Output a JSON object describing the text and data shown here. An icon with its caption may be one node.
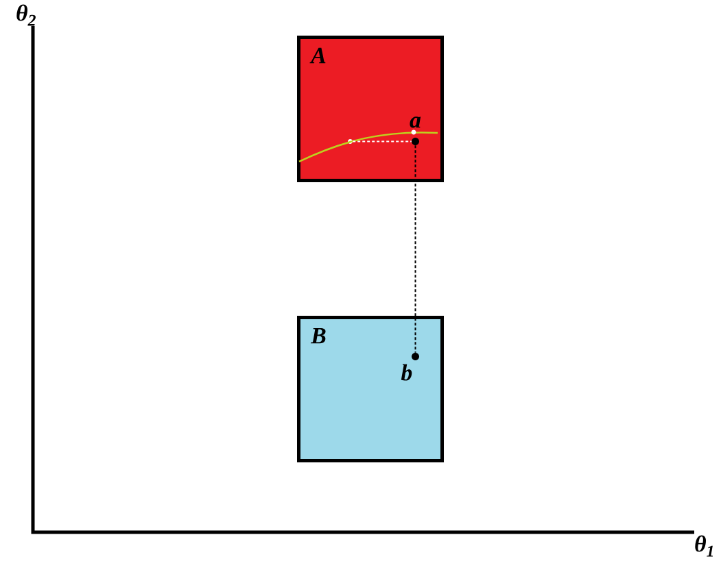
{
  "diagram": {
    "nodes": [
      {
        "text": [
          "A"
        ]
      },
      {
        "text": [
          "B"
        ]
      },
      {
        "text": [],
        "shape": "circle",
        "beside": [
          "a"
        ],
        "in": 0
      },
      {
        "text": [],
        "shape": "circle",
        "beside": [
          "b"
        ],
        "in": 1
      },
      {
        "text": [],
        "shape": "circle",
        "in": 0
      }
    ],
    "edges": [
      {
        "from": 4,
        "to": 2,
        "arrow": "none",
        "style": "dashed",
        "color": "#ffffff"
      },
      {
        "from": 2,
        "to": 3,
        "arrow": "none",
        "style": "dashed",
        "color": "#000000"
      }
    ],
    "labels": [
      "θ$_{2}$",
      "θ$_{1}$"
    ]
  }
}
